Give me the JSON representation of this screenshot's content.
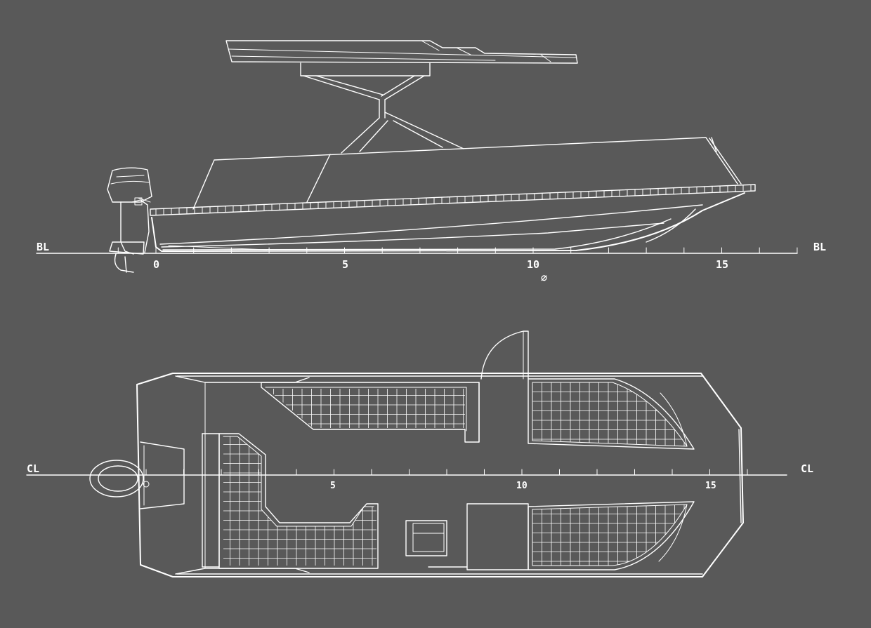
{
  "colors": {
    "background": "#595959",
    "line": "#ffffff"
  },
  "profile_view": {
    "baseline_left": "BL",
    "baseline_right": "BL",
    "station_labels": [
      "0",
      "5",
      "10",
      "15"
    ],
    "midship_symbol": "⌀"
  },
  "plan_view": {
    "centerline_left": "CL",
    "centerline_right": "CL",
    "station_labels": [
      "5",
      "10",
      "15"
    ]
  }
}
